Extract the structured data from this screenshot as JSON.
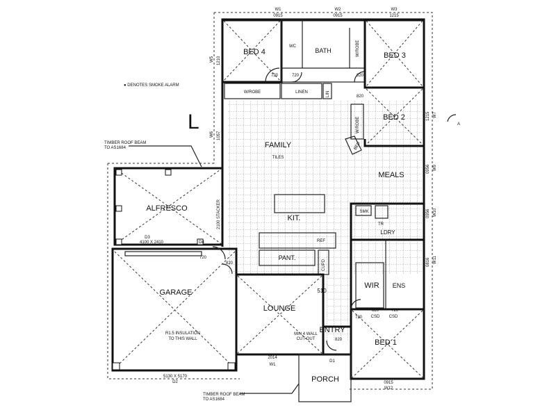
{
  "rooms": {
    "bed4": "BED 4",
    "wc": "WC",
    "bath": "BATH",
    "bed3": "BED 3",
    "bed2": "BED 2",
    "family": "FAMILY",
    "family_floor": "TILES",
    "meals": "MEALS",
    "alfresco": "ALFRESCO",
    "kit": "KIT.",
    "pant": "PANT.",
    "lndry": "LDRY",
    "garage": "GARAGE",
    "lounge": "LOUNGE",
    "wir": "WIR",
    "ens": "ENS",
    "entry": "ENTRY",
    "bed1": "BED 1",
    "porch": "PORCH"
  },
  "fixtures": {
    "robe_bed4": "W/ROBE",
    "linen": "LINEN",
    "robe_bed3": "W/ROBE",
    "robe_bed2": "W/ROBE",
    "linen_rail": "LIN",
    "bed2_door": "BED",
    "smk": "SMK",
    "refr": "REF",
    "cupd": "CUPD",
    "tv_510": "510",
    "lndry_trough": "TR",
    "cupd_bed1a": "CSD",
    "cupd_bed1b": "CSD"
  },
  "notes": {
    "smoke_alarm": "● DENOTES SMOKE ALARM",
    "timber_beam_top": "TIMBER ROOF BEAM",
    "timber_beam_top_std": "TO AS1684",
    "alfresco_beam": "D3",
    "alfresco_size": "4100 X 2410",
    "alfresco_d4": "D4",
    "stacker": "2100 STACKER",
    "insulation_1": "R1.5 INSULATION",
    "insulation_2": "TO THIS WALL",
    "garage_size": "5130 X 5170",
    "garage_d2": "D2",
    "timber_beam_bottom": "TIMBER ROOF BEAM",
    "timber_beam_bottom_std": "TO AS1684",
    "lounge_w1": "W1",
    "lounge_size": "2014",
    "porch_d1": "D1",
    "bed1_w12": "W12",
    "bed1_size": "0915",
    "entry_note_1": "MIN 4 WALL",
    "entry_note_2": "CUT-OUT"
  },
  "dims": {
    "top_1": "0915",
    "top_2": "0915",
    "top_3": "1215",
    "top_w1": "W1",
    "top_w2": "W2",
    "top_w3": "W3",
    "left_w5": "W5",
    "left_1210": "1210",
    "left_w6": "W6",
    "left_1057": "1057",
    "right_w7": "W7",
    "right_1215": "1215",
    "right_w9": "W9",
    "right_0956": "0956",
    "right_w10": "W10",
    "right_0956b": "0956",
    "right_w11": "W11",
    "right_0816": "0816",
    "door_720a": "720",
    "door_720b": "720",
    "door_820a": "820",
    "door_820b": "820",
    "door_720c": "720",
    "door_820c": "820",
    "door_720d": "720",
    "door_720e": "720",
    "door_820d": "820",
    "door_820e": "820"
  },
  "marks": {
    "north_L": "L",
    "section_arrow": "A"
  }
}
